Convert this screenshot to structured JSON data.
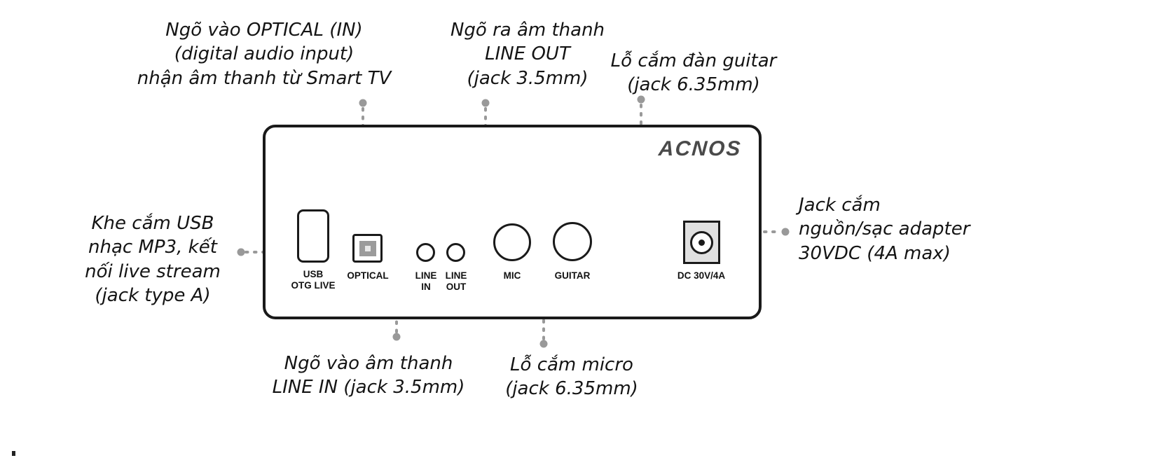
{
  "device": {
    "brand": "ACNOS",
    "ports": {
      "usb": {
        "label": "USB\nOTG LIVE"
      },
      "optical": {
        "label": "OPTICAL"
      },
      "line_in": {
        "label": "LINE\nIN"
      },
      "line_out": {
        "label": "LINE\nOUT"
      },
      "mic": {
        "label": "MIC"
      },
      "guitar": {
        "label": "GUITAR"
      },
      "dc": {
        "label": "DC 30V/4A"
      }
    }
  },
  "annotations": {
    "optical": "Ngõ vào OPTICAL (IN)\n(digital audio input)\nnhận âm thanh từ Smart TV",
    "line_out": "Ngõ ra âm thanh\nLINE OUT\n(jack 3.5mm)",
    "guitar": "Lỗ cắm đàn guitar\n(jack 6.35mm)",
    "usb": "Khe cắm USB\nnhạc MP3, kết\nnối live stream\n(jack type A)",
    "dc": "Jack cắm\nnguồn/sạc adapter\n30VDC (4A max)",
    "line_in": "Ngõ vào âm thanh\nLINE IN (jack 3.5mm)",
    "mic": "Lỗ cắm micro\n(jack 6.35mm)"
  },
  "colors": {
    "leader_line": "#999999",
    "annotation_text": "#141414",
    "panel_border": "#1a1a1a",
    "brand_logo": "#4a4a4a",
    "dc_body": "#e0e0e0"
  }
}
